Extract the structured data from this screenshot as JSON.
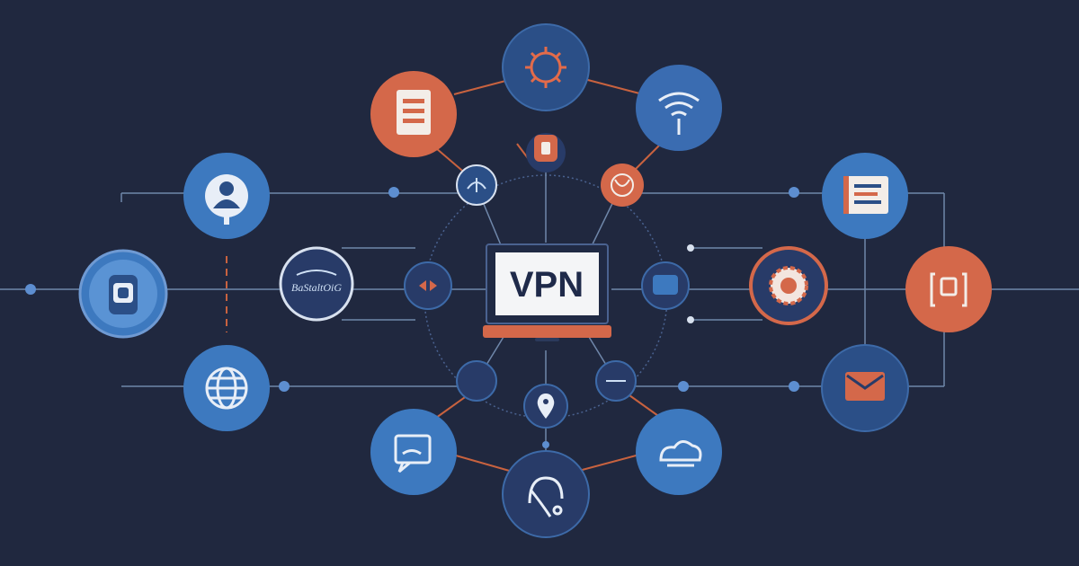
{
  "title": "VPN",
  "badge_text": "BaStaltOiG",
  "colors": {
    "background": "#20283f",
    "blue": "#3d79bf",
    "dark_blue": "#2b4f87",
    "navy": "#283b68",
    "orange": "#d4684a",
    "line": "#6f87aa",
    "orange_line": "#c8623f"
  },
  "nodes": [
    {
      "id": "document-node",
      "icon": "document-icon",
      "color": "orange"
    },
    {
      "id": "virus-node",
      "icon": "virus-icon",
      "color": "navy"
    },
    {
      "id": "wifi-node",
      "icon": "wifi-icon",
      "color": "dark_blue"
    },
    {
      "id": "user-node",
      "icon": "user-icon",
      "color": "blue"
    },
    {
      "id": "mobile-node",
      "icon": "phone-icon",
      "color": "blue"
    },
    {
      "id": "globe-node",
      "icon": "globe-icon",
      "color": "blue"
    },
    {
      "id": "badge-node",
      "icon": "logo-badge",
      "color": "navy"
    },
    {
      "id": "chat-node",
      "icon": "chat-bubble-icon",
      "color": "blue"
    },
    {
      "id": "headset-node",
      "icon": "headset-icon",
      "color": "navy"
    },
    {
      "id": "cloud-node",
      "icon": "cloud-icon",
      "color": "blue"
    },
    {
      "id": "mail-node",
      "icon": "envelope-icon",
      "color": "dark_blue"
    },
    {
      "id": "settings-node",
      "icon": "gear-icon",
      "color": "navy"
    },
    {
      "id": "scan-node",
      "icon": "scan-icon",
      "color": "orange"
    },
    {
      "id": "report-node",
      "icon": "report-icon",
      "color": "blue"
    },
    {
      "id": "shield-node",
      "icon": "shield-icon",
      "color": "orange"
    },
    {
      "id": "globe-small-node",
      "icon": "network-icon",
      "color": "orange"
    },
    {
      "id": "fish-node",
      "icon": "phishing-icon",
      "color": "navy"
    }
  ]
}
